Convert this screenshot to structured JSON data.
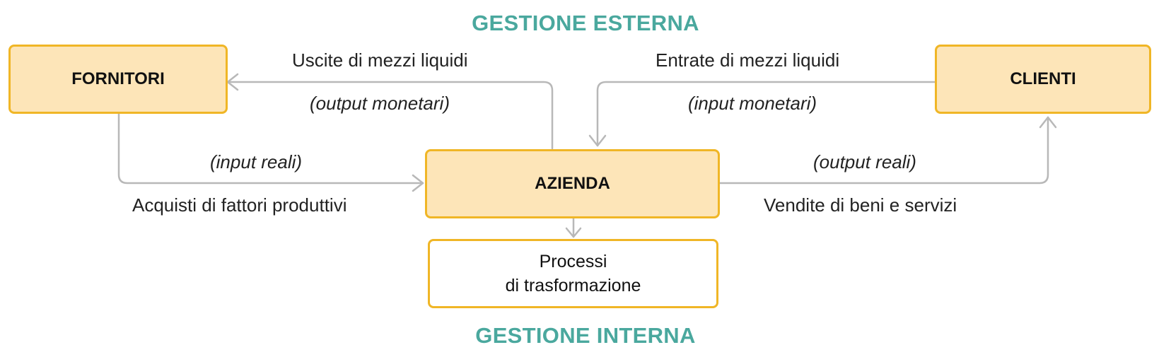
{
  "headings": {
    "external": "GESTIONE ESTERNA",
    "internal": "GESTIONE INTERNA"
  },
  "nodes": {
    "suppliers": "FORNITORI",
    "customers": "CLIENTI",
    "company": "AZIENDA",
    "process_line1": "Processi",
    "process_line2": "di trasformazione"
  },
  "flows": {
    "cash_out": "Uscite di mezzi liquidi",
    "cash_out_note": "(output monetari)",
    "cash_in": "Entrate di mezzi liquidi",
    "cash_in_note": "(input monetari)",
    "purchases_note": "(input reali)",
    "purchases": "Acquisti di fattori produttivi",
    "sales_note": "(output reali)",
    "sales": "Vendite di beni e servizi"
  },
  "colors": {
    "heading": "#4aa89e",
    "box_fill": "#fde5b8",
    "box_border": "#f0b626",
    "connector": "#b8b8b8"
  }
}
